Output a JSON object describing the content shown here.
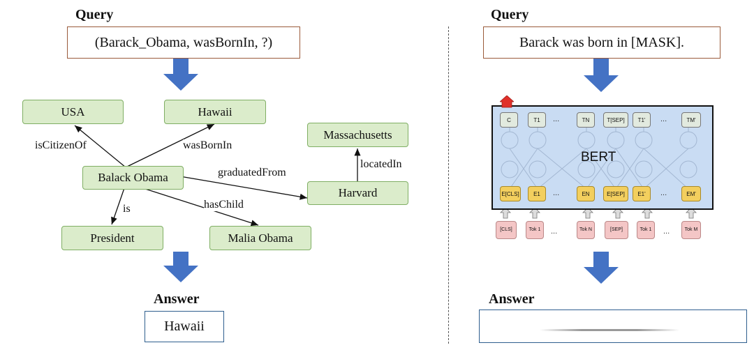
{
  "left": {
    "query_heading": "Query",
    "query_text": "(Barack_Obama, wasBornIn, ?)",
    "answer_heading": "Answer",
    "answer_text": "Hawaii",
    "nodes": {
      "usa": "USA",
      "hawaii": "Hawaii",
      "massachusetts": "Massachusetts",
      "obama": "Balack Obama",
      "harvard": "Harvard",
      "president": "President",
      "malia": "Malia Obama"
    },
    "edges": {
      "isCitizenOf": "isCitizenOf",
      "wasBornIn": "wasBornIn",
      "graduatedFrom": "graduatedFrom",
      "locatedIn": "locatedIn",
      "is": "is",
      "hasChild": "hasChild"
    }
  },
  "right": {
    "query_heading": "Query",
    "query_text": "Barack was born in [MASK].",
    "answer_heading": "Answer",
    "answer_text": "",
    "bert": {
      "title": "BERT",
      "top_tokens": [
        "C",
        "T1",
        "TN",
        "T[SEP]",
        "T1'",
        "TM'"
      ],
      "embedding_tokens": [
        "E[CLS]",
        "E1",
        "EN",
        "E[SEP]",
        "E1'",
        "EM'"
      ],
      "input_tokens": [
        "[CLS]",
        "Tok 1",
        "Tok N",
        "[SEP]",
        "Tok 1",
        "Tok M"
      ],
      "ellipsis": "..."
    }
  },
  "colors": {
    "arrow_blue": "#4472c4",
    "node_fill": "#dbeccb",
    "node_border": "#7fae63",
    "query_border": "#9a5a3a",
    "answer_border": "#2e5e8e",
    "bert_fill": "#c9dcf3",
    "embedding_fill": "#f3cf5e",
    "input_fill": "#f4c6c6",
    "output_marker": "#e0302a"
  }
}
